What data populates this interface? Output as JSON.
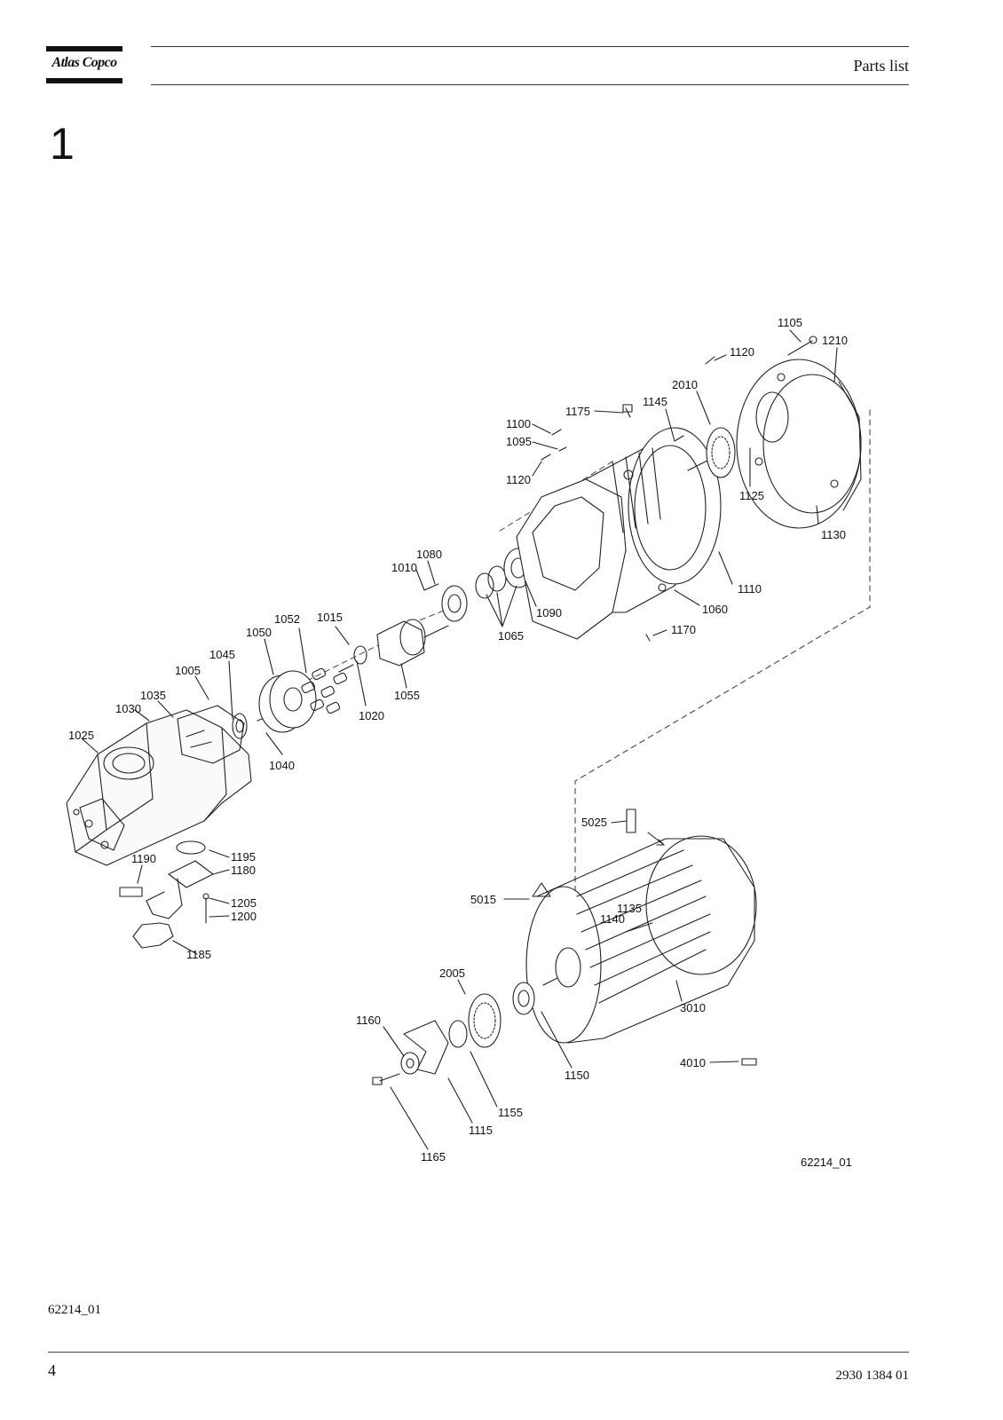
{
  "brand": {
    "logo_text": "Atlas Copco"
  },
  "header": {
    "title": "Parts list"
  },
  "section": {
    "number": "1"
  },
  "figure": {
    "drawing_id": "62214_01",
    "callouts": [
      "1105",
      "1210",
      "1120",
      "2010",
      "1175",
      "1145",
      "1100",
      "1095",
      "1120",
      "1125",
      "1130",
      "1080",
      "1010",
      "1065",
      "1090",
      "1110",
      "1060",
      "1170",
      "1052",
      "1015",
      "1050",
      "1045",
      "1005",
      "1035",
      "1030",
      "1025",
      "1020",
      "1055",
      "1040",
      "1190",
      "1195",
      "1180",
      "1205",
      "1200",
      "1185",
      "5025",
      "5015",
      "1135",
      "1140",
      "2005",
      "3010",
      "1160",
      "1150",
      "4010",
      "1155",
      "1115",
      "1165"
    ]
  },
  "footer": {
    "reference": "62214_01",
    "page_number": "4",
    "document_number": "2930 1384 01"
  }
}
